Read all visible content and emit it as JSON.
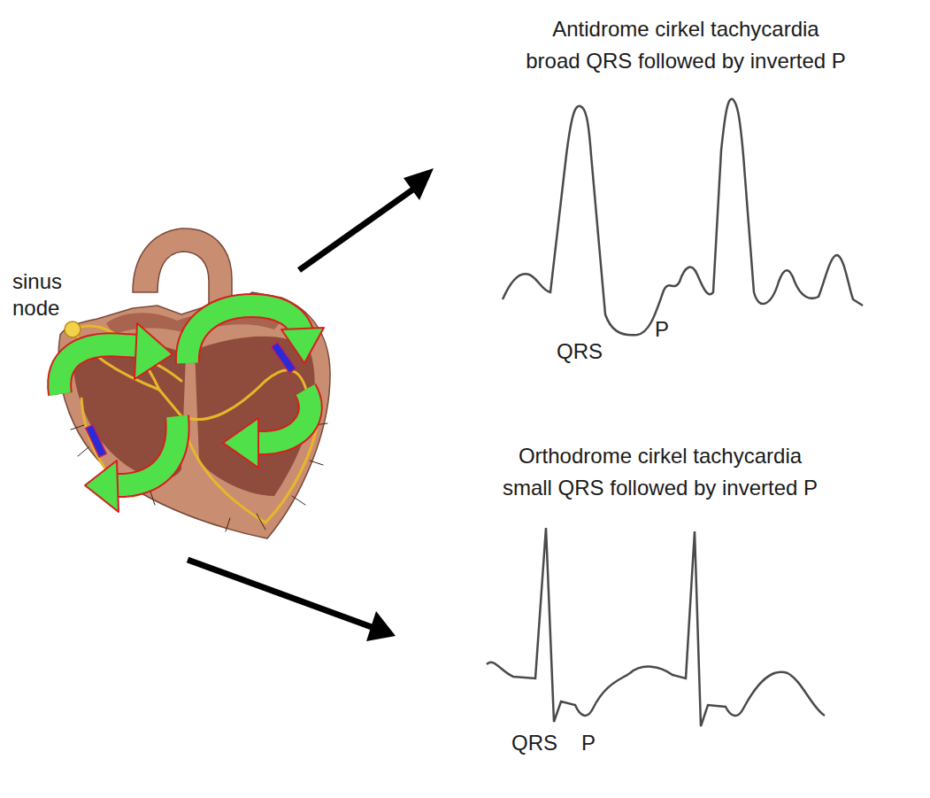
{
  "diagram": {
    "labels": [
      "sinus node",
      "Antidrome cirkel tachycardia",
      "broad QRS followed by inverted P",
      "QRS",
      "P",
      "Orthodrome cirkel tachycardia",
      "small QRS followed by inverted P",
      "QRS",
      "P"
    ]
  }
}
